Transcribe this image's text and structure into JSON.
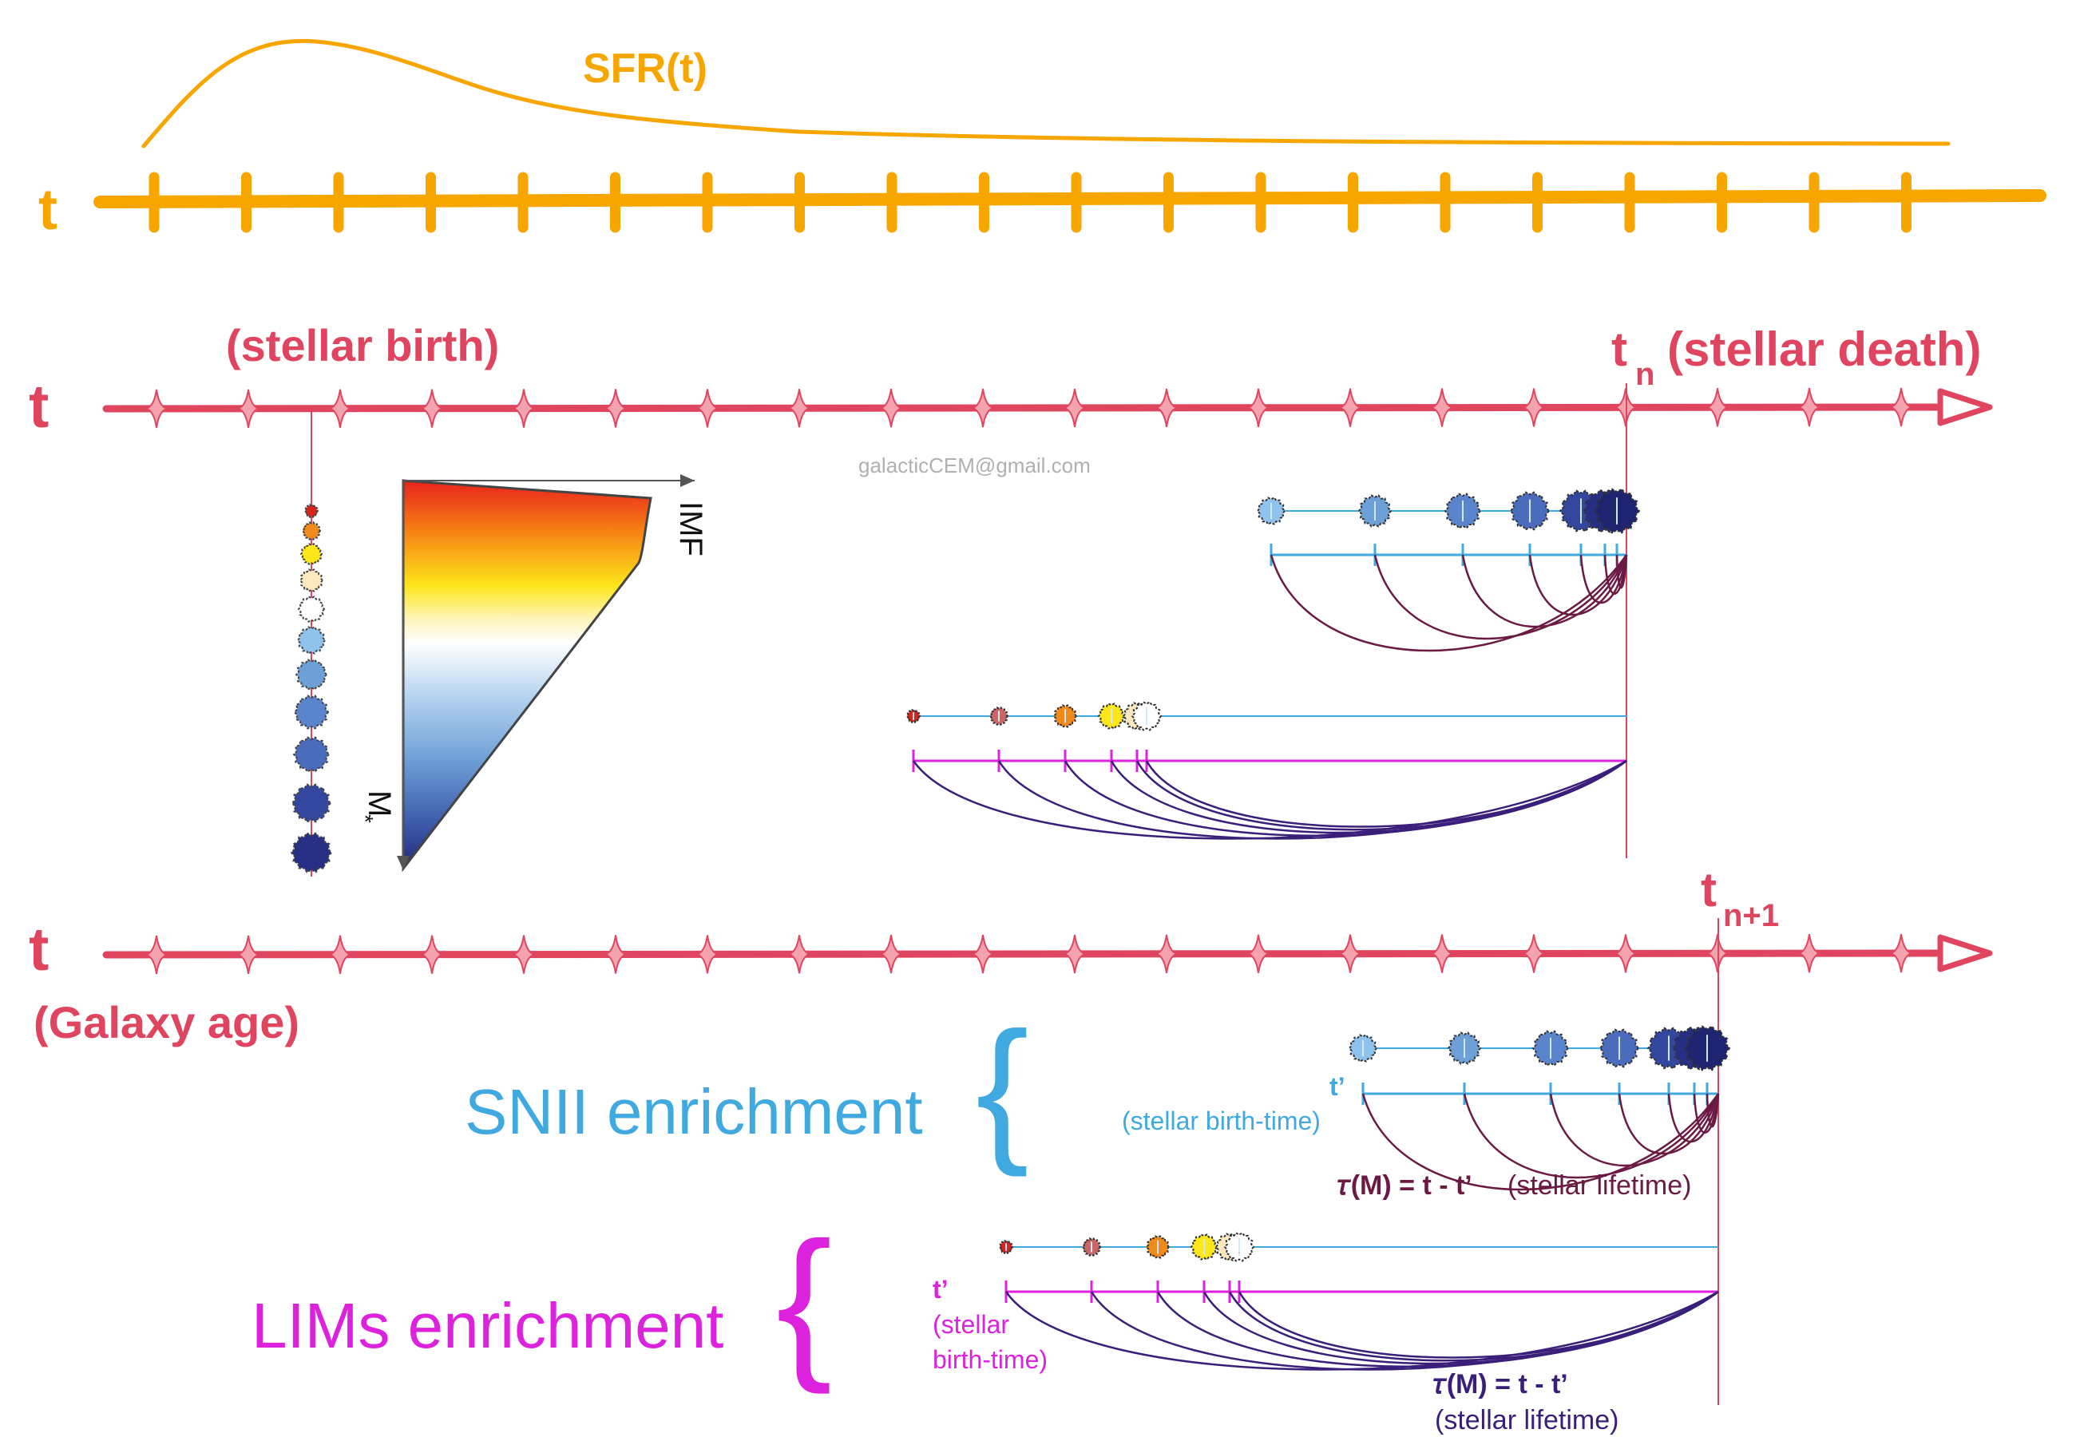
{
  "colors": {
    "orange": "#f7a600",
    "crimson": "#e0455f",
    "crimson_fill": "#f3a2ae",
    "snii": "#3fa9e0",
    "lims": "#dd22dd",
    "arc_snii": "#6b1a44",
    "arc_lims": "#3a1f7a"
  },
  "top_axis": {
    "label": "t",
    "curve_label": "SFR(t)"
  },
  "axis2": {
    "label": "t",
    "birth_label": "(stellar birth)",
    "death_label_t": "t",
    "death_label_sub": "n",
    "death_label_rest": "(stellar  death)",
    "email": "galacticCEM@gmail.com",
    "imf_label": "IMF",
    "mass_label": "M",
    "mass_sub": "*"
  },
  "axis3": {
    "label": "t",
    "age_label": "(Galaxy age)",
    "tn1_t": "t",
    "tn1_sub": "n+1"
  },
  "snii": {
    "title": "SNII enrichment",
    "brace": "{",
    "tprime": "t’",
    "birth_time": "(stellar birth-time)",
    "lifetime_formula": "𝜏(M) = t - t’",
    "lifetime_label": "(stellar lifetime)"
  },
  "lims": {
    "title": "LIMs enrichment",
    "brace": "{",
    "tprime": "t’",
    "birth_line1": "(stellar",
    "birth_line2": "birth-time)",
    "lifetime_formula": "𝜏(M) = t - t’",
    "lifetime_label": "(stellar lifetime)"
  }
}
